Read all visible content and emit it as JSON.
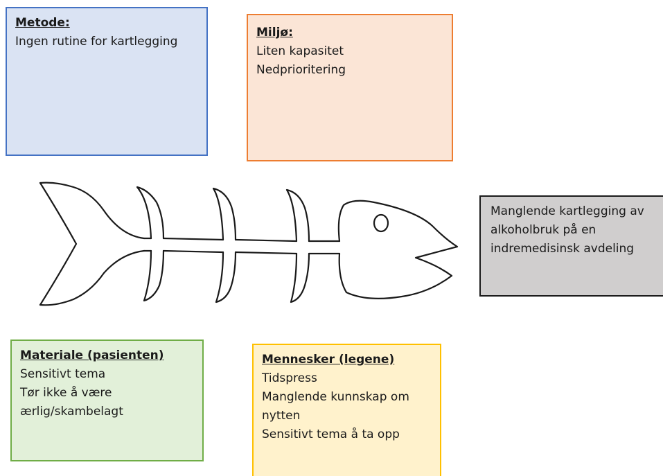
{
  "metode": {
    "title": "Metode:",
    "lines": [
      "Ingen rutine for kartlegging"
    ]
  },
  "miljo": {
    "title": "Miljø:",
    "lines": [
      "Liten kapasitet",
      "Nedprioritering"
    ]
  },
  "materiale": {
    "title": "Materiale (pasienten)",
    "lines": [
      "Sensitivt tema",
      "Tør ikke å være",
      "ærlig/skambelagt"
    ]
  },
  "mennesker": {
    "title": "Mennesker (legene)",
    "lines": [
      "Tidspress",
      "Manglende kunnskap om",
      "nytten",
      "Sensitivt tema å ta opp"
    ]
  },
  "problem": {
    "lines": [
      "Manglende kartlegging av",
      "alkoholbruk på en",
      "indremedisinsk avdeling"
    ]
  },
  "colors": {
    "metode_fill": "#dae3f3",
    "metode_border": "#4472c4",
    "miljo_fill": "#fbe5d6",
    "miljo_border": "#ed7d31",
    "materiale_fill": "#e2f0d9",
    "materiale_border": "#70ad47",
    "mennesker_fill": "#fff2cc",
    "mennesker_border": "#ffc000",
    "problem_fill": "#d0cece",
    "problem_border": "#1a1a1a"
  },
  "fishbone_icon": "fish-skeleton-icon"
}
